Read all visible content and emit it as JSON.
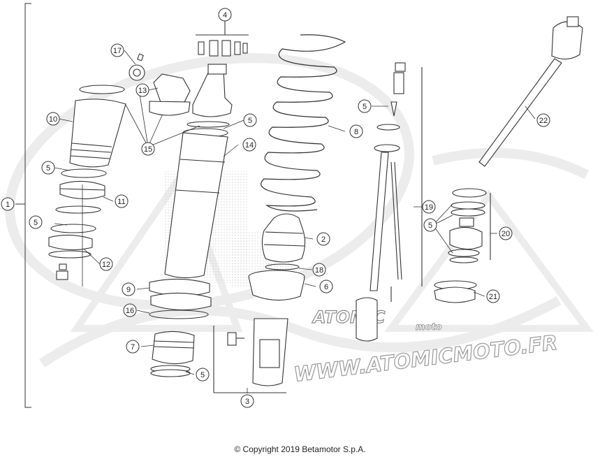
{
  "watermark": {
    "url": "WWW.ATOMICMOTO.FR",
    "logo_text": "ATOMIC",
    "logo_sub": "moto"
  },
  "callouts": [
    {
      "id": "c1",
      "label": "1"
    },
    {
      "id": "c2",
      "label": "2"
    },
    {
      "id": "c3",
      "label": "3"
    },
    {
      "id": "c4",
      "label": "4"
    },
    {
      "id": "c5a",
      "label": "5"
    },
    {
      "id": "c5b",
      "label": "5"
    },
    {
      "id": "c5c",
      "label": "5"
    },
    {
      "id": "c5d",
      "label": "5"
    },
    {
      "id": "c5e",
      "label": "5"
    },
    {
      "id": "c5f",
      "label": "5"
    },
    {
      "id": "c6",
      "label": "6"
    },
    {
      "id": "c7",
      "label": "7"
    },
    {
      "id": "c8",
      "label": "8"
    },
    {
      "id": "c9",
      "label": "9"
    },
    {
      "id": "c10",
      "label": "10"
    },
    {
      "id": "c11",
      "label": "11"
    },
    {
      "id": "c12",
      "label": "12"
    },
    {
      "id": "c13",
      "label": "13"
    },
    {
      "id": "c14",
      "label": "14"
    },
    {
      "id": "c15",
      "label": "15"
    },
    {
      "id": "c16",
      "label": "16"
    },
    {
      "id": "c17",
      "label": "17"
    },
    {
      "id": "c18",
      "label": "18"
    },
    {
      "id": "c19",
      "label": "19"
    },
    {
      "id": "c20",
      "label": "20"
    },
    {
      "id": "c21",
      "label": "21"
    },
    {
      "id": "c22",
      "label": "22"
    }
  ],
  "copyright": "© Copyright 2019 Betamotor S.p.A."
}
